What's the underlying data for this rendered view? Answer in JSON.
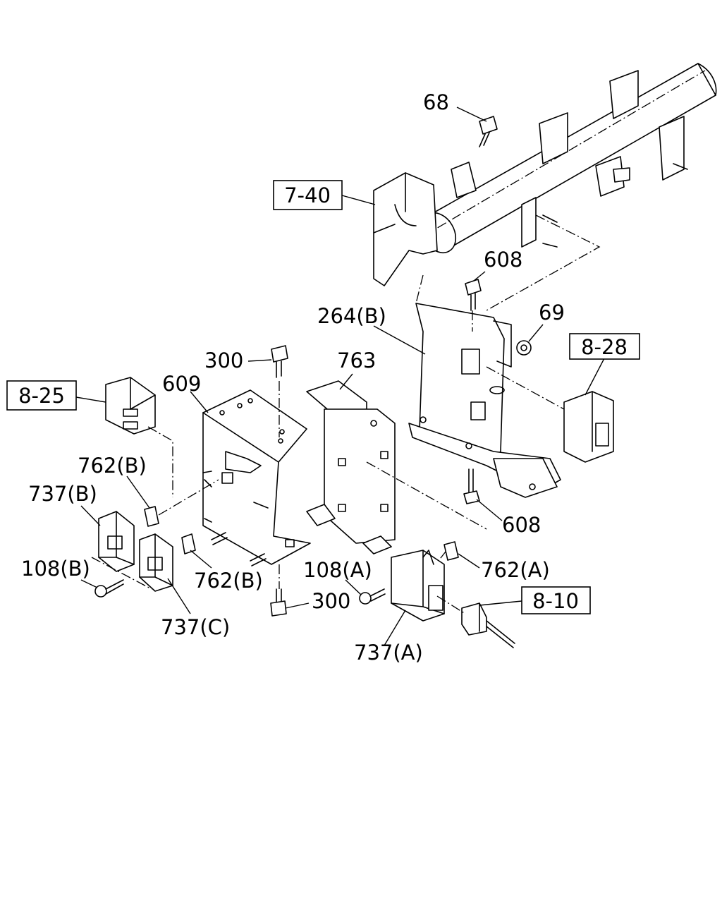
{
  "diagram": {
    "references": {
      "r740": "7-40",
      "r825": "8-25",
      "r828": "8-28",
      "r810": "8-10"
    },
    "parts": {
      "p68": "68",
      "p608_top": "608",
      "p264b": "264(B)",
      "p69": "69",
      "p300_top": "300",
      "p763": "763",
      "p609": "609",
      "p762b_upper": "762(B)",
      "p737b": "737(B)",
      "p108b": "108(B)",
      "p762b_lower": "762(B)",
      "p737c": "737(C)",
      "p108a": "108(A)",
      "p300_bottom": "300",
      "p762a": "762(A)",
      "p608_bottom": "608",
      "p737a": "737(A)"
    }
  }
}
